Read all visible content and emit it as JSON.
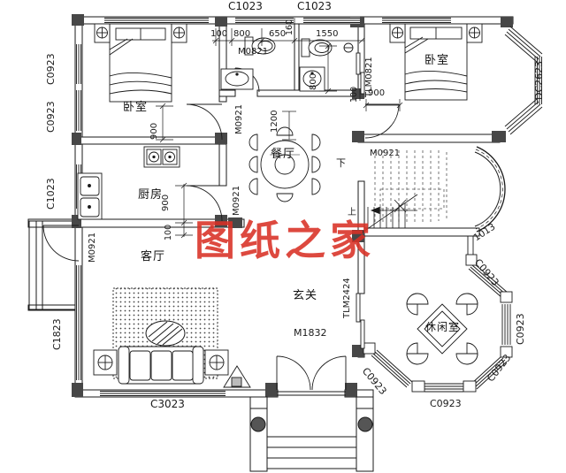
{
  "floorplan": {
    "watermark": {
      "text": "图纸之家",
      "color": "#d93025"
    },
    "rooms": {
      "bedroom_left": "卧室",
      "bedroom_right": "卧室",
      "kitchen": "厨房",
      "dining": "餐厅",
      "living": "客厅",
      "foyer": "玄关",
      "leisure": "休闲室"
    },
    "stairs": {
      "down": "下",
      "up": "上"
    },
    "doors": {
      "m0821": "M0821",
      "m0921_bedroom_left": "M0921",
      "m0921_kitchen": "M0921",
      "m0921_side": "M0921",
      "m0921_stair": "M0921",
      "m1832": "M1832",
      "tlm0821": "TLM0821",
      "tlm2424": "TLM2424"
    },
    "windows": {
      "c1023_top_left": "C1023",
      "c1023_top_right": "C1023",
      "c0923_left_upper": "C0923",
      "c0923_left_lower": "C0923",
      "c1023_left": "C1023",
      "c1823_left": "C1823",
      "c3023_bottom": "C3023",
      "dc2623_right": "DC2623",
      "c0923_oct_ne": "C0923",
      "c0923_oct_e": "C0923",
      "c0923_oct_se": "C0923",
      "c0923_oct_s": "C0923",
      "c0923_oct_sw": "C0923"
    },
    "dimensions": {
      "top_100": "100",
      "top_800": "800",
      "top_650": "650",
      "top_1550": "1550",
      "partition_160": "160",
      "bath_800": "800",
      "bed1_900": "900",
      "kitchen_900": "900",
      "kitchen_100": "100",
      "bed2_900": "900",
      "bed2_100": "100",
      "dining_1200": "1200",
      "stair_1013": "1013"
    },
    "symbols": [
      "bed-icon",
      "nightstand-lamp-icon",
      "toilet-icon",
      "basin-icon",
      "stove-icon",
      "kitchen-sink-icon",
      "dining-table-icon",
      "chair-icon",
      "sofa-icon",
      "side-table-icon",
      "coffee-table-icon",
      "rug-icon",
      "leisure-table-icon",
      "stairs-icon",
      "stair-curve-wall",
      "porch-column-icon",
      "entry-steps",
      "double-door-icon",
      "sliding-door-icon",
      "bay-window-icon"
    ]
  }
}
